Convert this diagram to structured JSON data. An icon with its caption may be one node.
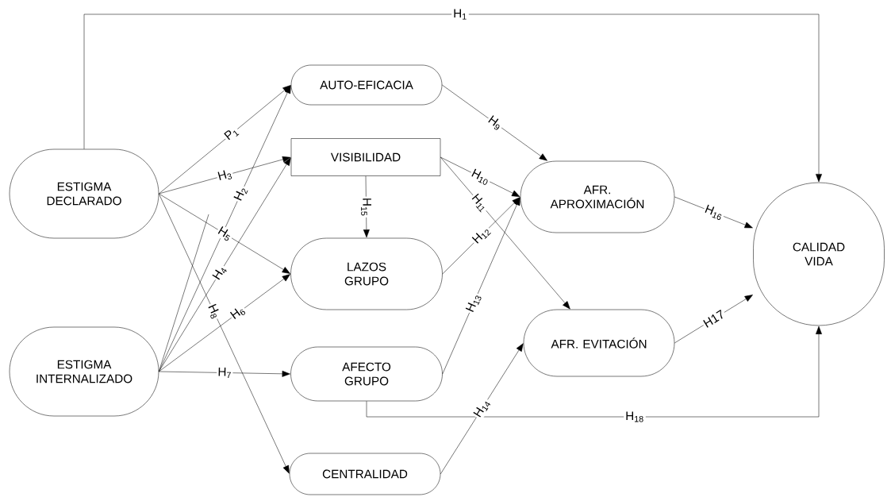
{
  "diagram": {
    "nodes": [
      {
        "text": [
          "ESTIGMA DECLARADO"
        ]
      },
      {
        "text": [
          "ESTIGMA INTERNALIZADO"
        ]
      },
      {
        "text": [
          "AUTO-EFICACIA"
        ]
      },
      {
        "text": [
          "VISIBILIDAD"
        ]
      },
      {
        "text": [
          "LAZOS GRUPO"
        ]
      },
      {
        "text": [
          "AFECTO GRUPO"
        ]
      },
      {
        "text": [
          "CENTRALIDAD"
        ]
      },
      {
        "text": [
          "AFR. APROXIMACIÓN"
        ]
      },
      {
        "text": [
          "AFR. EVITACIÓN"
        ]
      },
      {
        "text": [
          "CALIDAD VIDA"
        ]
      }
    ],
    "edges": [
      {
        "from": 0,
        "to": 9,
        "arrow": "to",
        "label": "H$_{1}$"
      },
      {
        "from": 0,
        "to": 2,
        "arrow": "to",
        "label": "P$_{1}$"
      },
      {
        "from": 1,
        "to": 2,
        "arrow": "to",
        "label": "H$_{2}$"
      },
      {
        "from": 0,
        "to": 3,
        "arrow": "to",
        "label": "H$_{3}$"
      },
      {
        "from": 1,
        "to": 3,
        "arrow": "to",
        "label": "H$_{4}$"
      },
      {
        "from": 0,
        "to": 4,
        "arrow": "to",
        "label": "H$_{5}$"
      },
      {
        "from": 1,
        "to": 4,
        "arrow": "to",
        "label": "H$_{6}$"
      },
      {
        "from": 1,
        "to": 5,
        "arrow": "to",
        "label": "H$_{7}$"
      },
      {
        "from": 0,
        "to": 6,
        "arrow": "to",
        "label": "H$_{8}$"
      },
      {
        "from": 2,
        "to": 7,
        "arrow": "to",
        "label": "H$_{9}$"
      },
      {
        "from": 3,
        "to": 7,
        "arrow": "to",
        "label": "H$_{10}$"
      },
      {
        "from": 3,
        "to": 8,
        "arrow": "to",
        "label": "H$_{11}$"
      },
      {
        "from": 4,
        "to": 7,
        "arrow": "to",
        "label": "H$_{12}$"
      },
      {
        "from": 5,
        "to": 7,
        "arrow": "to",
        "label": "H$_{13}$"
      },
      {
        "from": 6,
        "to": 8,
        "arrow": "to",
        "label": "H$_{14}$"
      },
      {
        "from": 3,
        "to": 4,
        "arrow": "to",
        "label": "H$_{15}$"
      },
      {
        "from": 7,
        "to": 9,
        "arrow": "to",
        "label": "H$_{16}$"
      },
      {
        "from": 8,
        "to": 9,
        "arrow": "to",
        "label": "H17"
      },
      {
        "from": 5,
        "to": 9,
        "arrow": "to",
        "label": "H$_{18}$"
      },
      {
        "from": 1,
        "to": null,
        "arrow": "none"
      }
    ]
  }
}
